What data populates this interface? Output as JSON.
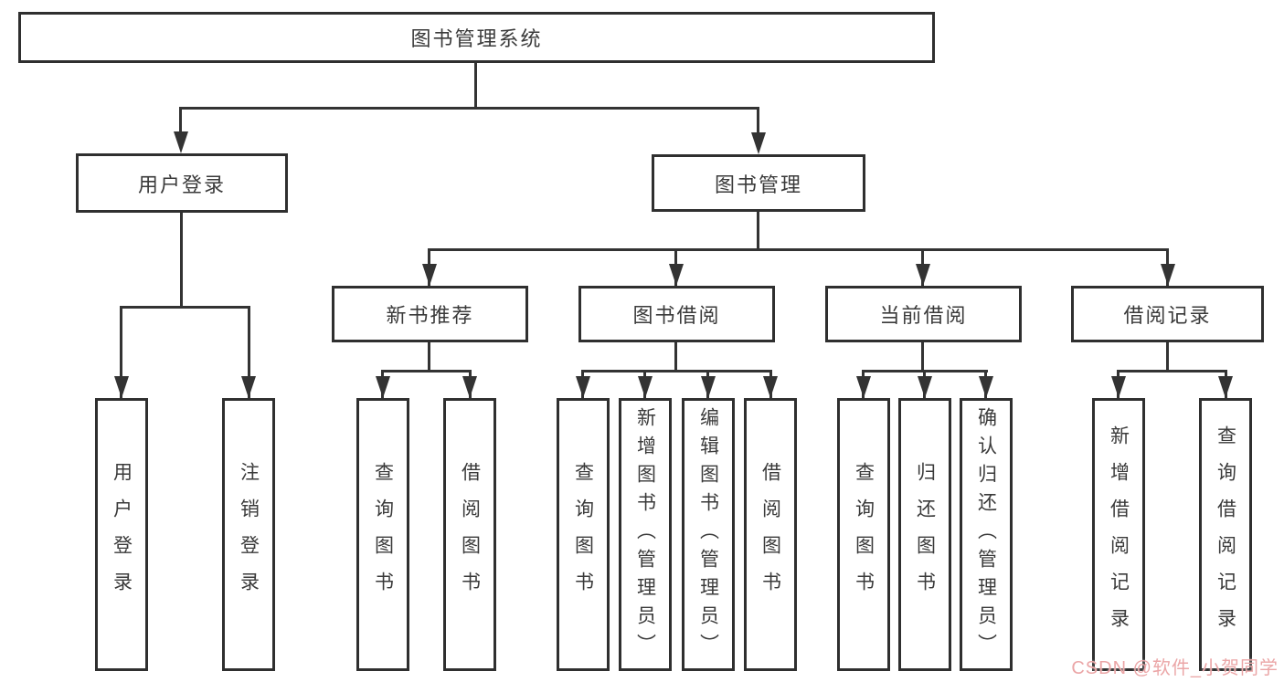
{
  "palette": {
    "line_color": "#333333",
    "border_color": "#2f2f2f",
    "text_color": "#3a3a3a",
    "background": "#ffffff",
    "watermark_color": "#eba6a7"
  },
  "nodes": {
    "root": "图书管理系统",
    "level2": [
      "用户登录",
      "图书管理"
    ],
    "level3": [
      "新书推荐",
      "图书借阅",
      "当前借阅",
      "借阅记录"
    ],
    "leaves": [
      "用户登录",
      "注销登录",
      "查询图书",
      "借阅图书",
      "查询图书",
      "新增图书（管理员）",
      "编辑图书（管理员）",
      "借阅图书",
      "查询图书",
      "归还图书",
      "确认归还（管理员）",
      "新增借阅记录",
      "查询借阅记录"
    ]
  },
  "watermark": {
    "text": "CSDN @软件_小贺同学"
  }
}
